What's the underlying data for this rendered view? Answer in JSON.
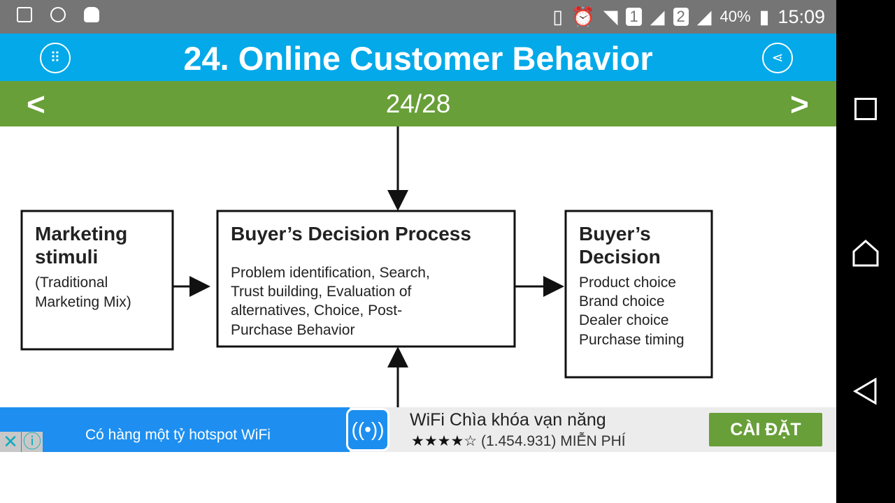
{
  "status_bar": {
    "sim1": "1",
    "sim2": "2",
    "battery": "40%",
    "time": "15:09"
  },
  "header": {
    "title": "24. Online Customer Behavior"
  },
  "pager": {
    "prev": "<",
    "next": ">",
    "page": "24/28"
  },
  "diagram": {
    "left": {
      "title1": "Marketing",
      "title2": "stimuli",
      "body": [
        "(Traditional",
        "Marketing Mix)"
      ]
    },
    "middle": {
      "title": "Buyer’s  Decision Process",
      "body": [
        "Problem identification, Search,",
        "Trust building, Evaluation of",
        "alternatives, Choice, Post-",
        "Purchase Behavior"
      ]
    },
    "right": {
      "title1": "Buyer’s",
      "title2": "Decision",
      "body": [
        "Product choice",
        "Brand choice",
        "Dealer choice",
        "Purchase timing"
      ]
    }
  },
  "ad": {
    "text": "Có hàng một tỷ hotspot WiFi",
    "app_name": "WiFi Chìa khóa vạn năng",
    "stars": "★★★★☆",
    "rating": 4,
    "reviews": "(1.454.931)",
    "price": "MIỄN PHÍ",
    "install": "CÀI ĐẶT",
    "close": "✕",
    "info": "ⓘ"
  },
  "colors": {
    "header": "#03a9e9",
    "pager": "#689f38",
    "install": "#689f38"
  }
}
